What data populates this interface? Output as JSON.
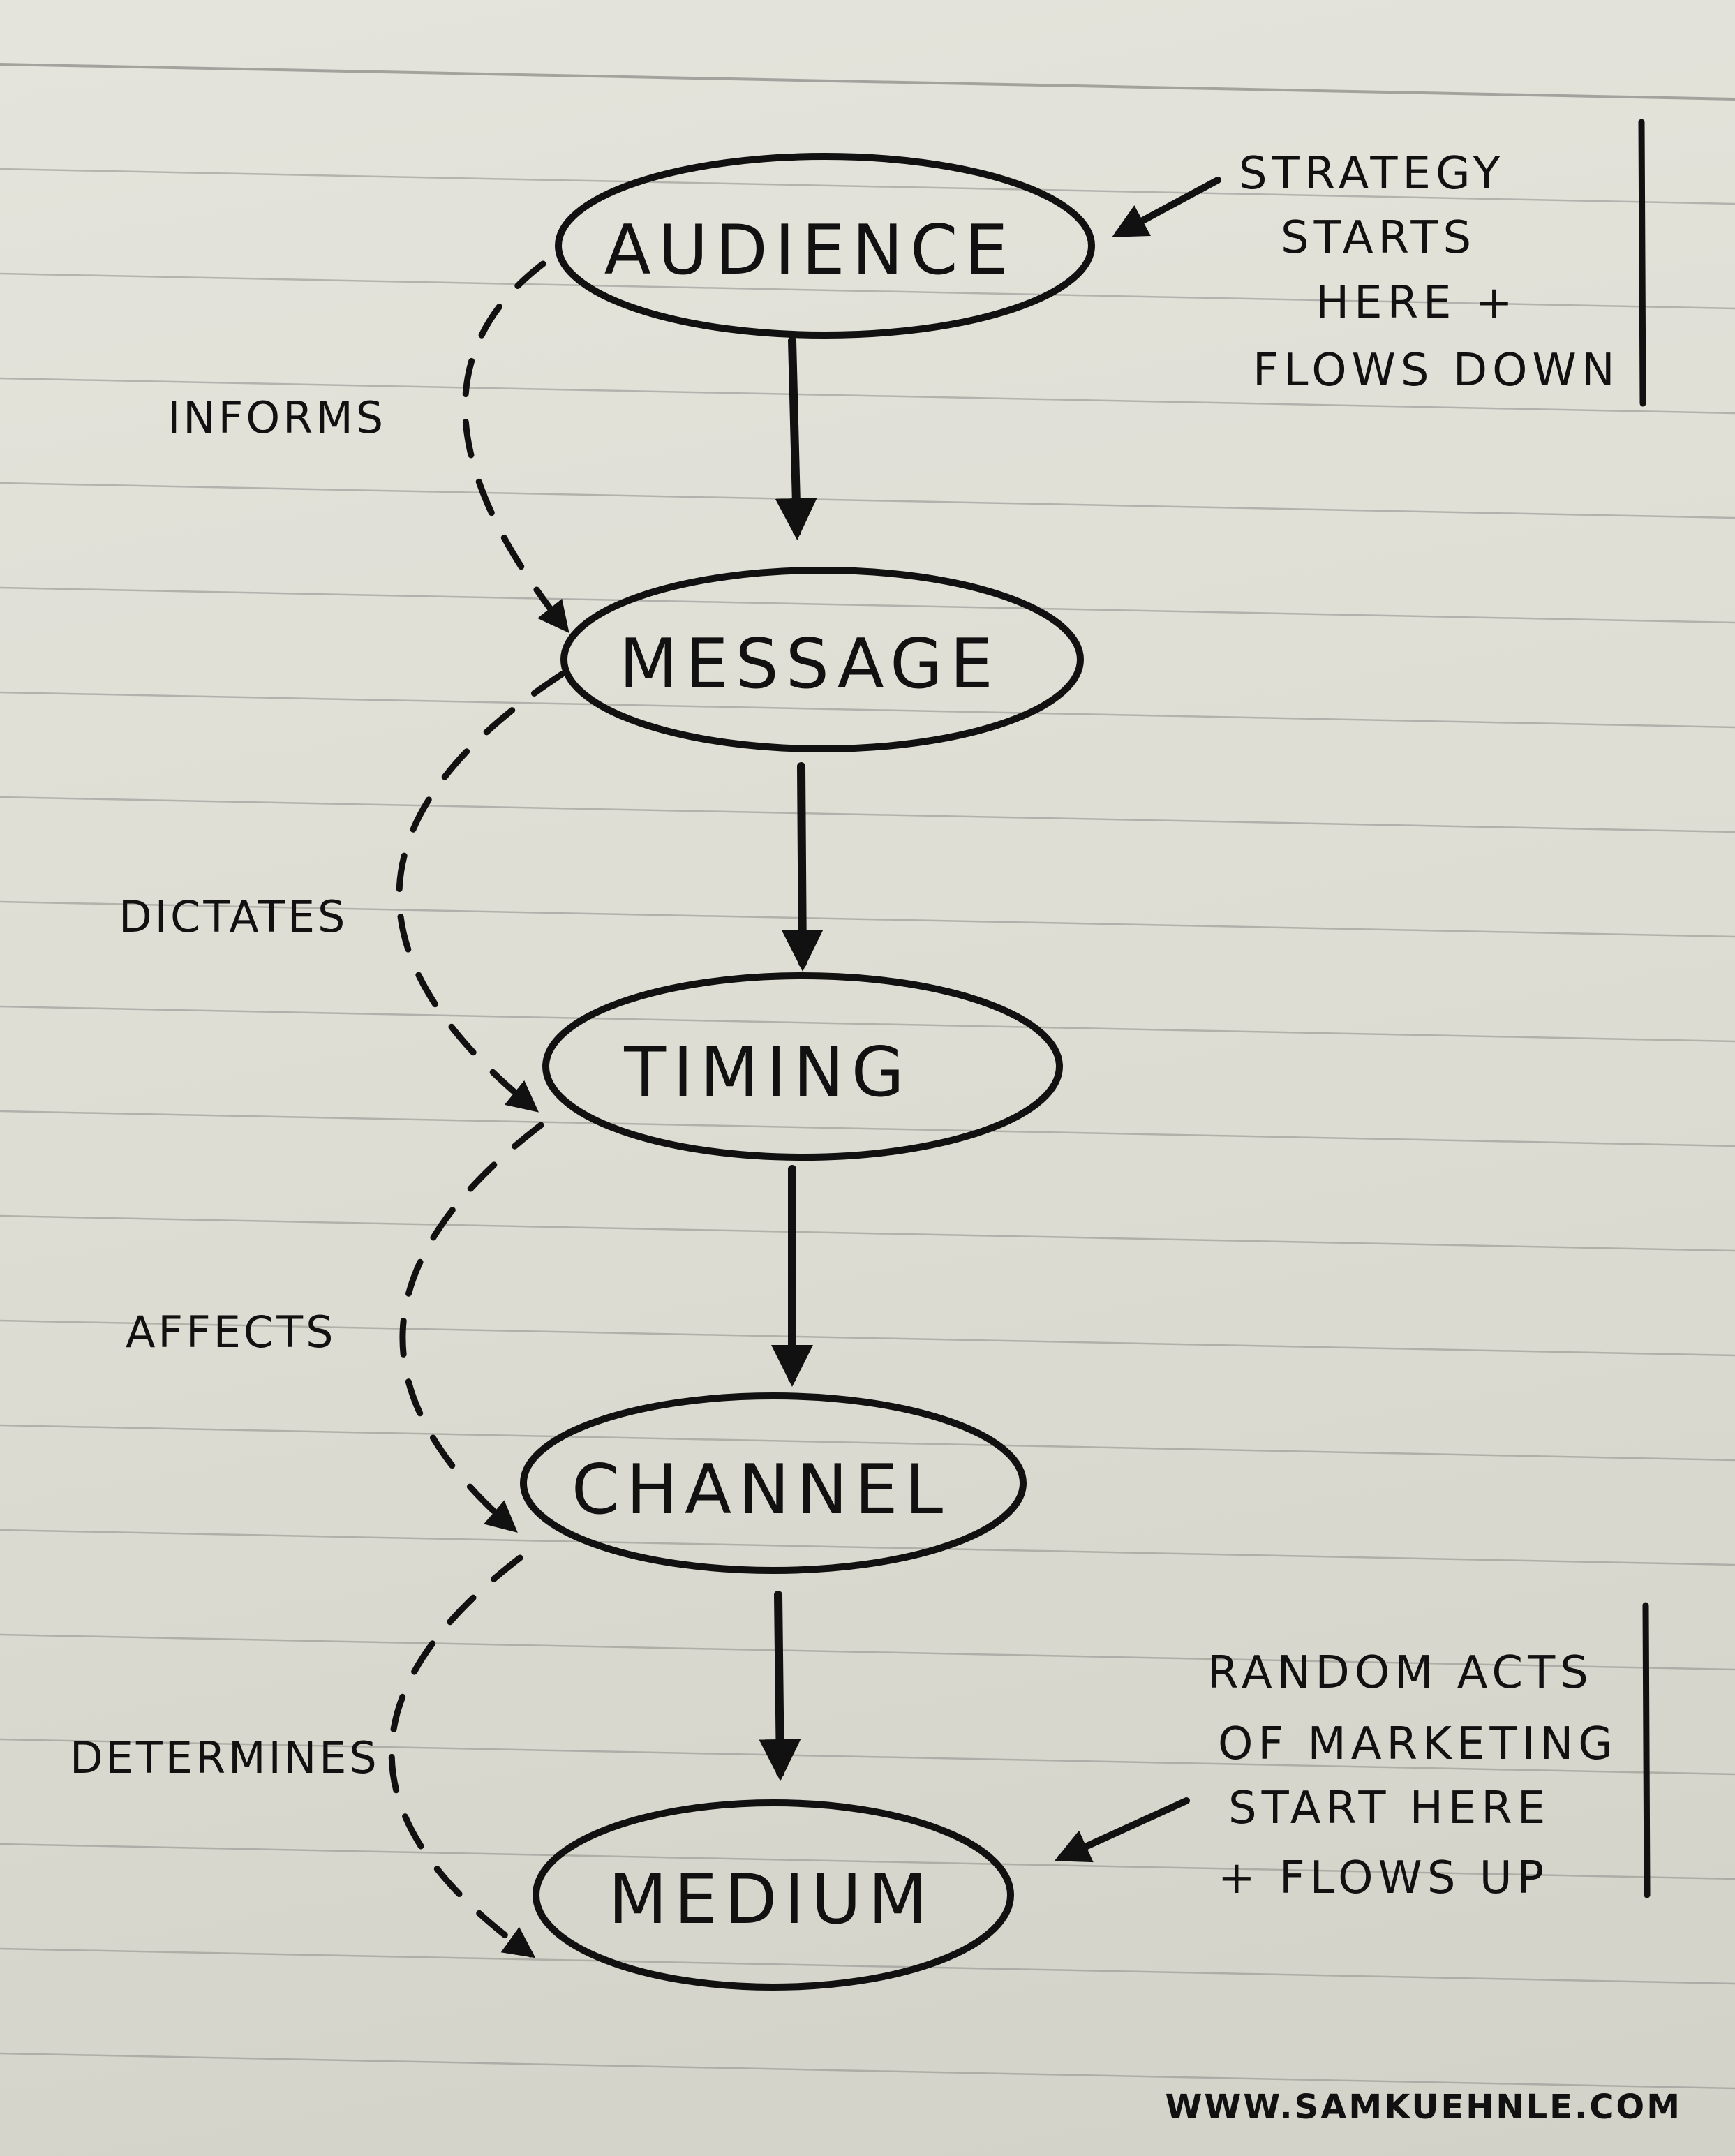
{
  "nodes": [
    {
      "id": "audience",
      "label": "AUDIENCE"
    },
    {
      "id": "message",
      "label": "MESSAGE"
    },
    {
      "id": "timing",
      "label": "TIMING"
    },
    {
      "id": "channel",
      "label": "CHANNEL"
    },
    {
      "id": "medium",
      "label": "MEDIUM"
    }
  ],
  "edges": [
    {
      "from": "audience",
      "to": "message",
      "label": "INFORMS"
    },
    {
      "from": "message",
      "to": "timing",
      "label": "DICTATES"
    },
    {
      "from": "timing",
      "to": "channel",
      "label": "AFFECTS"
    },
    {
      "from": "channel",
      "to": "medium",
      "label": "DETERMINES"
    }
  ],
  "notes": {
    "top": {
      "lines": [
        "STRATEGY",
        "STARTS",
        "HERE +",
        "FLOWS DOWN"
      ],
      "points_to": "audience"
    },
    "bottom": {
      "lines": [
        "RANDOM ACTS",
        "OF MARKETING",
        "START HERE",
        "+ FLOWS UP"
      ],
      "points_to": "medium"
    }
  },
  "footer": {
    "url": "WWW.SAMKUEHNLE.COM"
  },
  "colors": {
    "paper": "#dcdcd2",
    "ink": "#111111",
    "rule_line": "#8e8e8a"
  }
}
